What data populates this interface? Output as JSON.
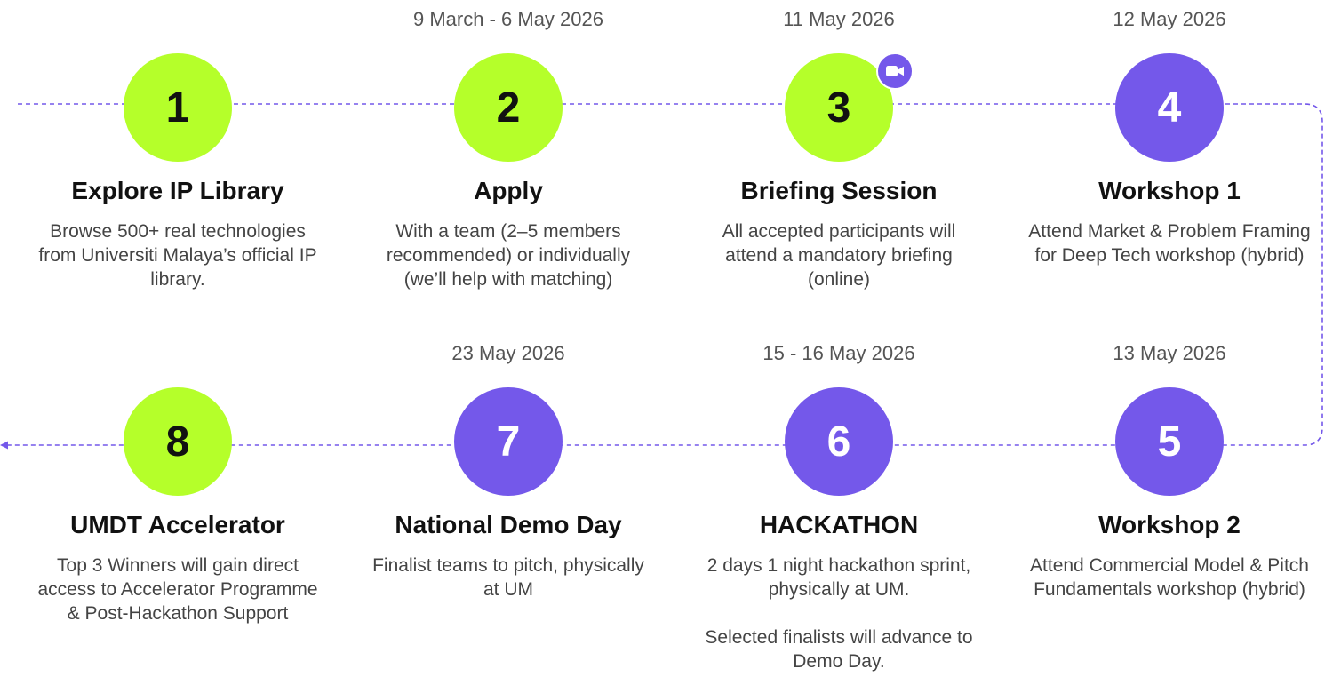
{
  "colors": {
    "lime": "#b5ff2a",
    "purple": "#7458ea",
    "connector": "#7458ea",
    "date_text": "#555555",
    "desc_text": "#444444"
  },
  "steps": [
    {
      "number": "1",
      "color": "lime",
      "date": "",
      "title": "Explore IP Library",
      "description": [
        "Browse 500+ real technologies from Universiti Malaya’s official IP library."
      ]
    },
    {
      "number": "2",
      "color": "lime",
      "date": "9 March - 6 May 2026",
      "title": "Apply",
      "description": [
        "With a team (2–5 members recommended) or individually (we’ll help with matching)"
      ]
    },
    {
      "number": "3",
      "color": "lime",
      "date": "11 May 2026",
      "title": "Briefing Session",
      "badge_icon": "video-camera-icon",
      "description": [
        "All accepted participants will attend a mandatory briefing (online)"
      ]
    },
    {
      "number": "4",
      "color": "purple",
      "date": "12 May 2026",
      "title": "Workshop 1",
      "description": [
        "Attend Market & Problem Framing for Deep Tech workshop (hybrid)"
      ]
    },
    {
      "number": "5",
      "color": "purple",
      "date": "13 May 2026",
      "title": "Workshop 2",
      "description": [
        "Attend Commercial Model & Pitch Fundamentals workshop (hybrid)"
      ]
    },
    {
      "number": "6",
      "color": "purple",
      "date": "15 - 16 May 2026",
      "title": "HACKATHON",
      "description": [
        "2 days 1 night hackathon sprint, physically at UM.",
        "Selected finalists will advance to Demo Day."
      ]
    },
    {
      "number": "7",
      "color": "purple",
      "date": "23 May 2026",
      "title": "National Demo Day",
      "description": [
        "Finalist teams to pitch, physically at UM"
      ]
    },
    {
      "number": "8",
      "color": "lime",
      "date": "",
      "title": "UMDT Accelerator",
      "description": [
        "Top 3 Winners will gain direct access to Accelerator Programme & Post-Hackathon Support"
      ]
    }
  ]
}
